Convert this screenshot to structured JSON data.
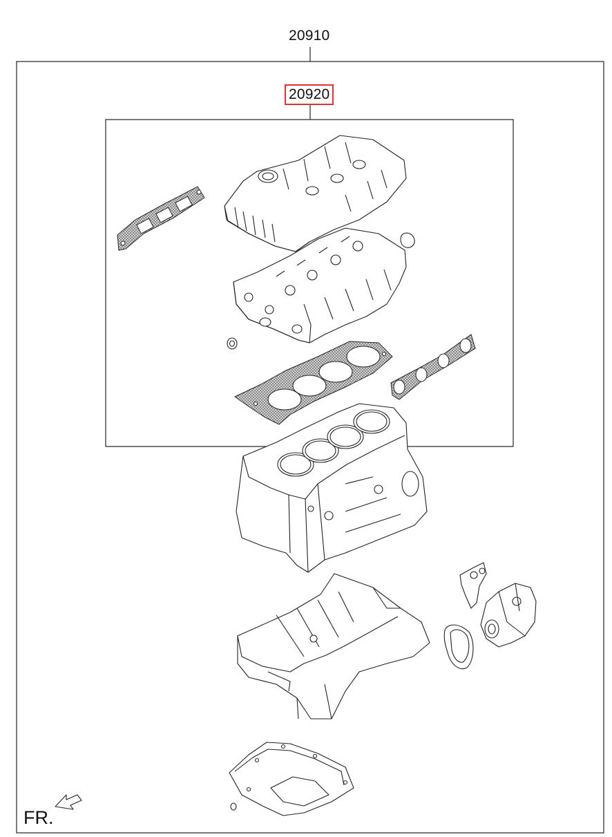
{
  "labels": {
    "outer_assembly": "20910",
    "inner_assembly": "20920",
    "direction": "FR."
  },
  "colors": {
    "line": "#222222",
    "highlight": "#e0312c",
    "gasket_fill": "#bdbdbd"
  },
  "icons": [
    "front-direction-arrow-icon"
  ]
}
